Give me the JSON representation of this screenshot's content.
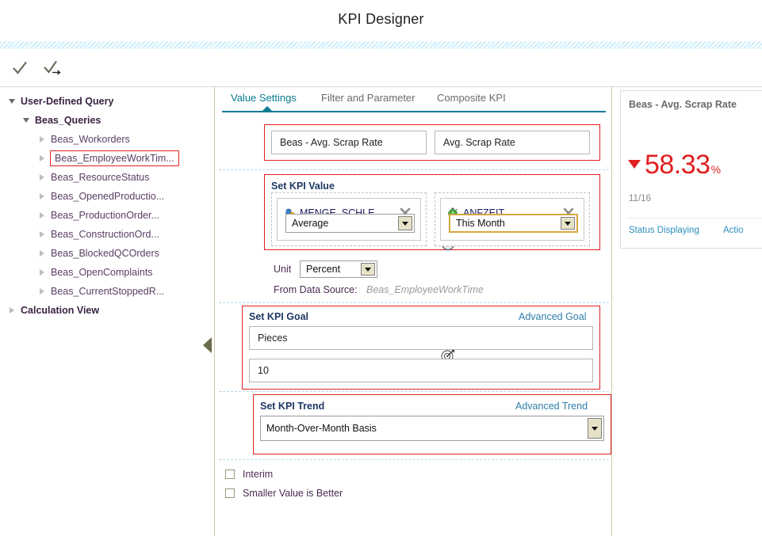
{
  "header": {
    "title": "KPI Designer"
  },
  "toolbar": {
    "confirm_label": "confirm",
    "confirm_next_label": "confirm-and-next"
  },
  "sidebar": {
    "items": [
      {
        "label": "User-Defined Query",
        "level": 0,
        "expanded": true,
        "selected": false
      },
      {
        "label": "Beas_Queries",
        "level": 1,
        "expanded": true,
        "selected": false
      },
      {
        "label": "Beas_Workorders",
        "level": 2,
        "expanded": false,
        "selected": false
      },
      {
        "label": "Beas_EmployeeWorkTim...",
        "level": 2,
        "expanded": false,
        "selected": true
      },
      {
        "label": "Beas_ResourceStatus",
        "level": 2,
        "expanded": false,
        "selected": false
      },
      {
        "label": "Beas_OpenedProductio...",
        "level": 2,
        "expanded": false,
        "selected": false
      },
      {
        "label": "Beas_ProductionOrder...",
        "level": 2,
        "expanded": false,
        "selected": false
      },
      {
        "label": "Beas_ConstructionOrd...",
        "level": 2,
        "expanded": false,
        "selected": false
      },
      {
        "label": "Beas_BlockedQCOrders",
        "level": 2,
        "expanded": false,
        "selected": false
      },
      {
        "label": "Beas_OpenComplaints",
        "level": 2,
        "expanded": false,
        "selected": false
      },
      {
        "label": "Beas_CurrentStoppedR...",
        "level": 2,
        "expanded": false,
        "selected": false
      },
      {
        "label": "Calculation View",
        "level": 0,
        "expanded": false,
        "selected": false
      }
    ]
  },
  "tabs": [
    {
      "label": "Value Settings",
      "active": true
    },
    {
      "label": "Filter and Parameter",
      "active": false
    },
    {
      "label": "Composite KPI",
      "active": false
    }
  ],
  "name_row": {
    "kpi_name": "Beas - Avg. Scrap Rate",
    "kpi_short_name": "Avg. Scrap Rate"
  },
  "kpi_value": {
    "section_title": "Set KPI Value",
    "measure": {
      "icon": "measure-money-icon",
      "label": "MENGE_SCHLE...",
      "aggregation": "Average"
    },
    "time": {
      "icon": "stopwatch-icon",
      "label": "ANFZEIT",
      "period": "This Month"
    },
    "unit_label": "Unit",
    "unit_value": "Percent",
    "data_source_label": "From Data Source:",
    "data_source_value": "Beas_EmployeeWorkTime"
  },
  "kpi_goal": {
    "section_title": "Set KPI Goal",
    "advanced_link": "Advanced Goal",
    "unit_field": "Pieces",
    "value_field": "10"
  },
  "kpi_trend": {
    "section_title": "Set KPI Trend",
    "advanced_link": "Advanced Trend",
    "basis": "Month-Over-Month Basis"
  },
  "options": [
    {
      "label": "Interim",
      "checked": false
    },
    {
      "label": "Smaller Value is Better",
      "checked": false
    }
  ],
  "preview": {
    "title": "Beas - Avg. Scrap Rate",
    "value": "58.33",
    "unit_symbol": "%",
    "trend_direction": "down",
    "date": "11/16",
    "right_marker": "-",
    "status_link": "Status Displaying",
    "action_link": "Actio"
  },
  "colors": {
    "accent_teal": "#0b7c92",
    "highlight_red": "#e02020",
    "link_blue": "#2e7ea8",
    "tree_text": "#4b2b52"
  }
}
